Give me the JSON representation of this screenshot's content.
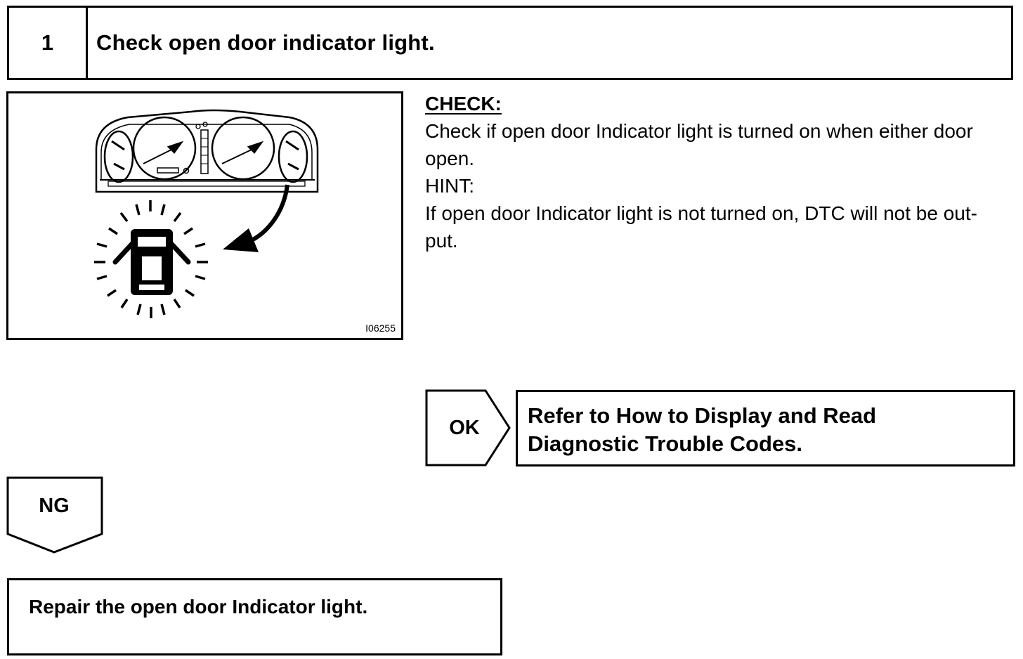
{
  "step": {
    "number": "1",
    "title": "Check open door indicator light."
  },
  "illustration": {
    "figure_id": "I06255",
    "icons": [
      "combination-meter-icon",
      "open-door-warning-icon",
      "pointer-arrow-icon"
    ]
  },
  "check": {
    "heading": "CHECK:",
    "lines": [
      "Check if open door Indicator light is turned on when either door",
      "open."
    ],
    "hint_label": "HINT:",
    "hint_lines": [
      "If open door Indicator light is not turned on, DTC will not be out-",
      "put."
    ]
  },
  "ok": {
    "label": "OK",
    "result_lines": [
      "Refer to How to Display and Read",
      "Diagnostic Trouble Codes."
    ]
  },
  "ng": {
    "label": "NG"
  },
  "repair": {
    "text": "Repair the open door Indicator light."
  }
}
